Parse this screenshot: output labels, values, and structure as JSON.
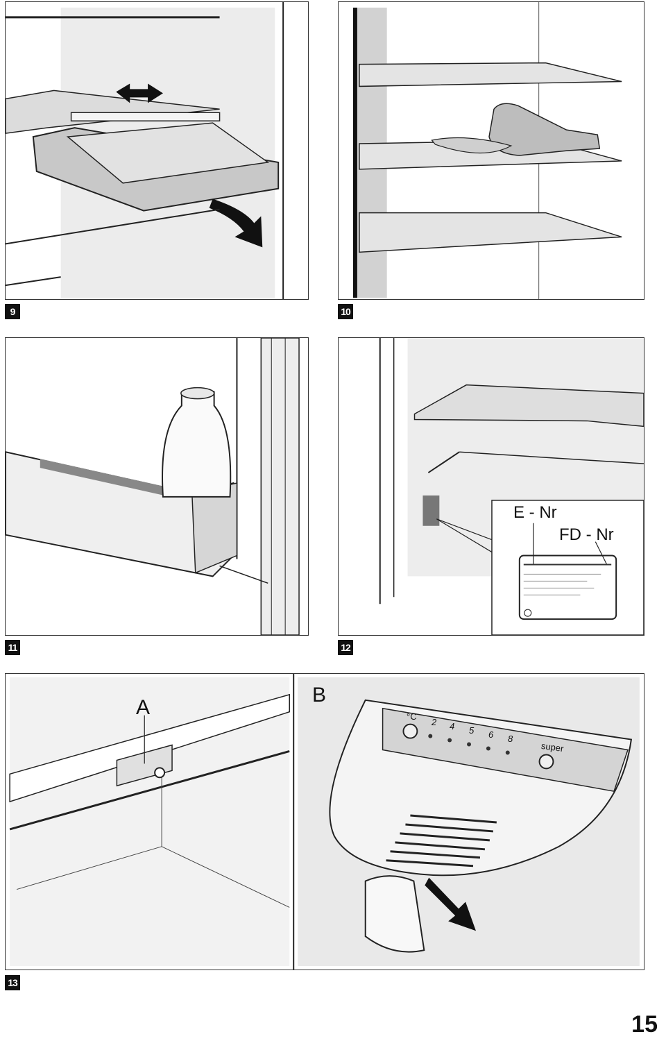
{
  "figures": [
    {
      "id": "9",
      "label": "9"
    },
    {
      "id": "10",
      "label": "10"
    },
    {
      "id": "11",
      "label": "11"
    },
    {
      "id": "12",
      "label": "12"
    },
    {
      "id": "13",
      "label": "13"
    }
  ],
  "fig12": {
    "e_nr": "E - Nr",
    "fd_nr": "FD - Nr"
  },
  "fig13": {
    "label_a": "A",
    "label_b": "B",
    "control_labels": {
      "unit": "°C",
      "settings": [
        "2",
        "4",
        "5",
        "6",
        "8"
      ],
      "super": "super"
    }
  },
  "page_number": "15"
}
